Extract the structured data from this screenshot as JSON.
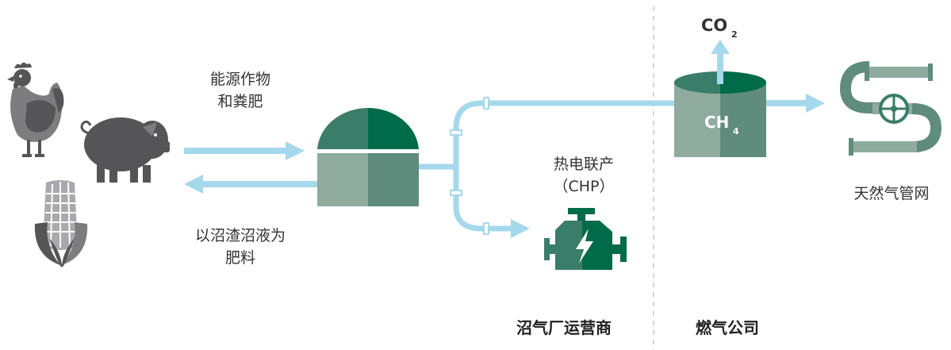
{
  "labels": {
    "feed_line1": "能源作物",
    "feed_line2": "和粪肥",
    "digestate_line1": "以沼渣沼液为",
    "digestate_line2": "肥料",
    "chp_line1": "热电联产",
    "chp_line2": "（CHP）",
    "co2_main": "CO",
    "co2_sub": "2",
    "ch4_main": "CH",
    "ch4_sub": "4",
    "grid": "天然气管网",
    "operator": "沼气厂运营商",
    "gas_company": "燃气公司"
  },
  "colors": {
    "flow": "#a6d8ec",
    "dark_green": "#006b48",
    "mid_green": "#3a7d69",
    "sage": "#5f8c7c",
    "light_sage": "#8fab9e",
    "gray_dark": "#555557",
    "gray_mid": "#7d7d80",
    "gray_light": "#a9a9ad"
  },
  "icons": [
    "chicken-icon",
    "pig-icon",
    "corn-icon",
    "digester-icon",
    "engine-lightning-icon",
    "gas-tank-icon",
    "pipeline-valve-icon"
  ]
}
